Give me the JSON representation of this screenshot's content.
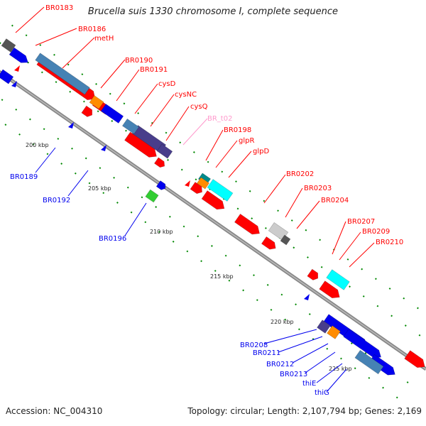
{
  "title": "Brucella suis 1330 chromosome I, complete sequence",
  "accession": "Accession: NC_004310",
  "topology": "Topology: circular; Length: 2,107,794 bp; Genes: 2,169",
  "colors": {
    "forward_cds": "#ff0000",
    "reverse_cds": "#0000ee",
    "pseudo_label": "#ff99cc",
    "backbone": "#888888",
    "tick": "#008800"
  },
  "ticks": [
    "200 kbp",
    "205 kbp",
    "210 kbp",
    "215 kbp",
    "220 kbp",
    "225 kbp"
  ],
  "forward_labels": [
    "BR0183",
    "BR0186",
    "metH",
    "BR0190",
    "BR0191",
    "cysD",
    "cysNC",
    "cysQ",
    "BR_t02",
    "BR0198",
    "glpR",
    "glpD",
    "BR0202",
    "BR0203",
    "BR0204",
    "BR0207",
    "BR0209",
    "BR0210"
  ],
  "reverse_labels": [
    "BR0189",
    "BR0192",
    "BR0196",
    "BR0208",
    "BR0211",
    "BR0212",
    "BR0213",
    "thiE",
    "thiG"
  ]
}
